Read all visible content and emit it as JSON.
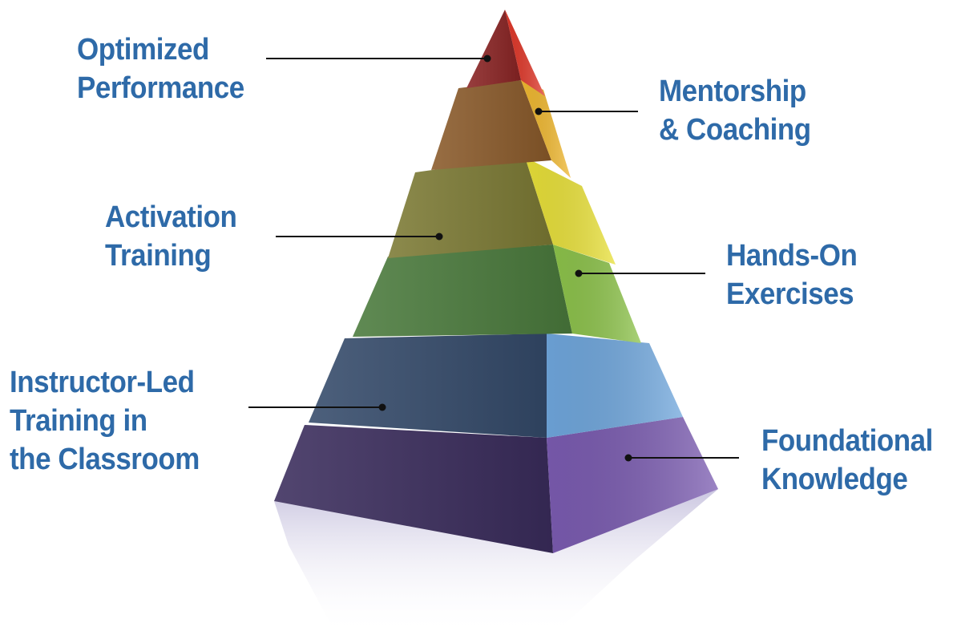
{
  "diagram": {
    "layers": [
      {
        "id": "foundational",
        "label_lines": [
          "Foundational",
          "Knowledge"
        ],
        "front_color": "#3a2c5c",
        "side_color": "#7a5bb0"
      },
      {
        "id": "instructor",
        "label_lines": [
          "Instructor-Led",
          "Training in",
          "the Classroom"
        ],
        "front_color": "#344a6a",
        "side_color": "#6fa6dc"
      },
      {
        "id": "handson",
        "label_lines": [
          "Hands-On",
          "Exercises"
        ],
        "front_color": "#4a7a3c",
        "side_color": "#8cc24a"
      },
      {
        "id": "activation",
        "label_lines": [
          "Activation",
          "Training"
        ],
        "front_color": "#7c7a34",
        "side_color": "#e8e038"
      },
      {
        "id": "mentorship",
        "label_lines": [
          "Mentorship",
          "& Coaching"
        ],
        "front_color": "#8a5a2a",
        "side_color": "#f0b830"
      },
      {
        "id": "optimized",
        "label_lines": [
          "Optimized",
          "Performance"
        ],
        "front_color": "#8a2424",
        "side_color": "#e0382a"
      }
    ],
    "label_color": "#2e6aa8",
    "connector_color": "#111111"
  }
}
